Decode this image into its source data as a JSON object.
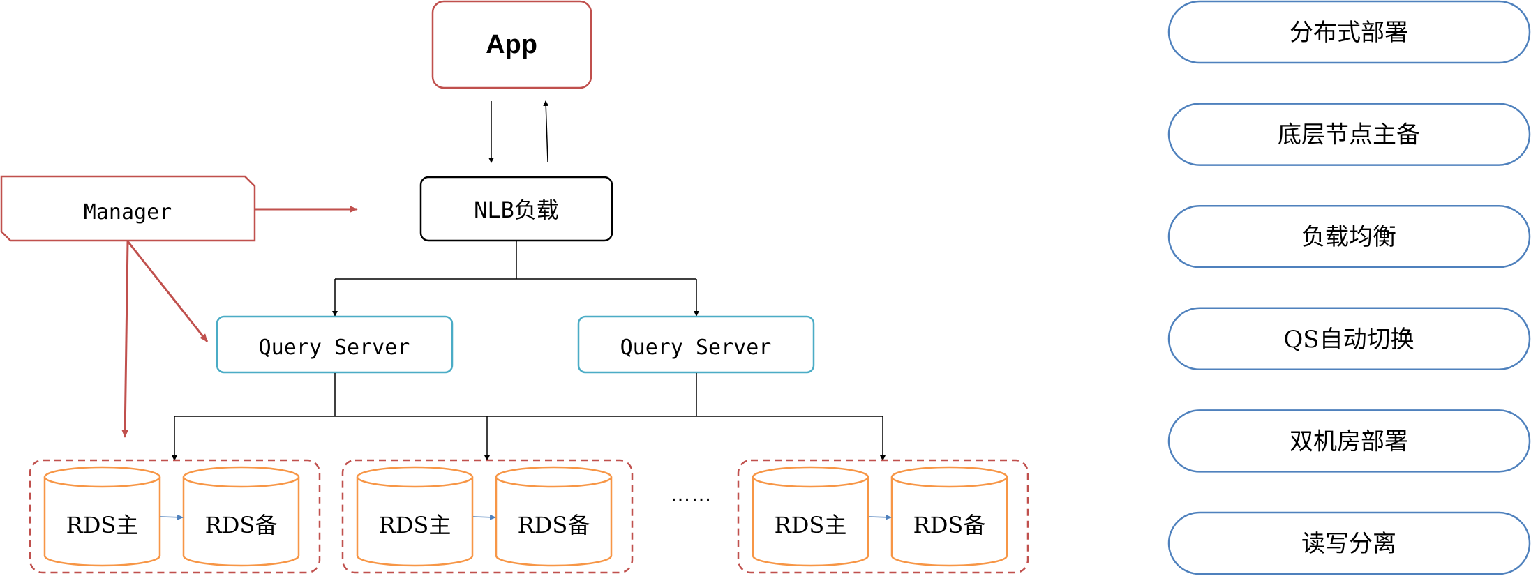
{
  "app": {
    "label": "App"
  },
  "nlb": {
    "label": "NLB负载"
  },
  "manager": {
    "label": "Manager"
  },
  "query_servers": [
    {
      "label": "Query Server"
    },
    {
      "label": "Query Server"
    }
  ],
  "rds_groups": [
    {
      "primary": "RDS主",
      "backup": "RDS备"
    },
    {
      "primary": "RDS主",
      "backup": "RDS备"
    },
    {
      "primary": "RDS主",
      "backup": "RDS备"
    }
  ],
  "ellipsis": "……",
  "features": [
    {
      "label": "分布式部署"
    },
    {
      "label": "底层节点主备"
    },
    {
      "label": "负载均衡"
    },
    {
      "label": "QS自动切换"
    },
    {
      "label": "双机房部署"
    },
    {
      "label": "读写分离"
    }
  ],
  "colors": {
    "app_border": "#c0504d",
    "manager_border": "#c0504d",
    "manager_arrow": "#c0504d",
    "nlb_border": "#000000",
    "query_server_border": "#4bacc6",
    "rds_cylinder": "#f79646",
    "rds_group_border": "#c0504d",
    "rds_link_arrow": "#4f81bd",
    "feature_border": "#4f81bd",
    "connector": "#000000"
  }
}
